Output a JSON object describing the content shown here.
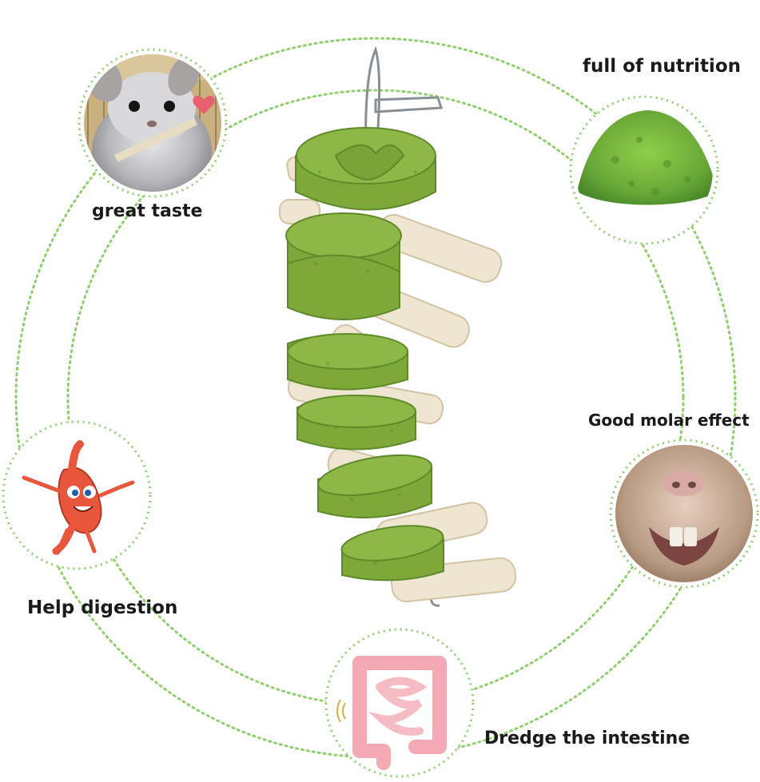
{
  "features": {
    "great_taste": "great taste",
    "full_of_nutrition": "full of nutrition",
    "good_molar_effect": "Good molar effect",
    "help_digestion": "Help digestion",
    "dredge_the_intestine": "Dredge the intestine"
  },
  "colors": {
    "dotted_ring": "#7cc75a",
    "hay_green": "#7fa83a",
    "hay_dark": "#5f8a2a",
    "wood": "#efe6d2",
    "stomach": "#e8563b",
    "intestine": "#f4a9b4"
  },
  "icons": {
    "top_left": "chinchilla-photo",
    "top_right": "green-powder-photo",
    "right": "hamster-teeth-photo",
    "left": "cartoon-stomach-icon",
    "bottom": "intestine-icon"
  }
}
